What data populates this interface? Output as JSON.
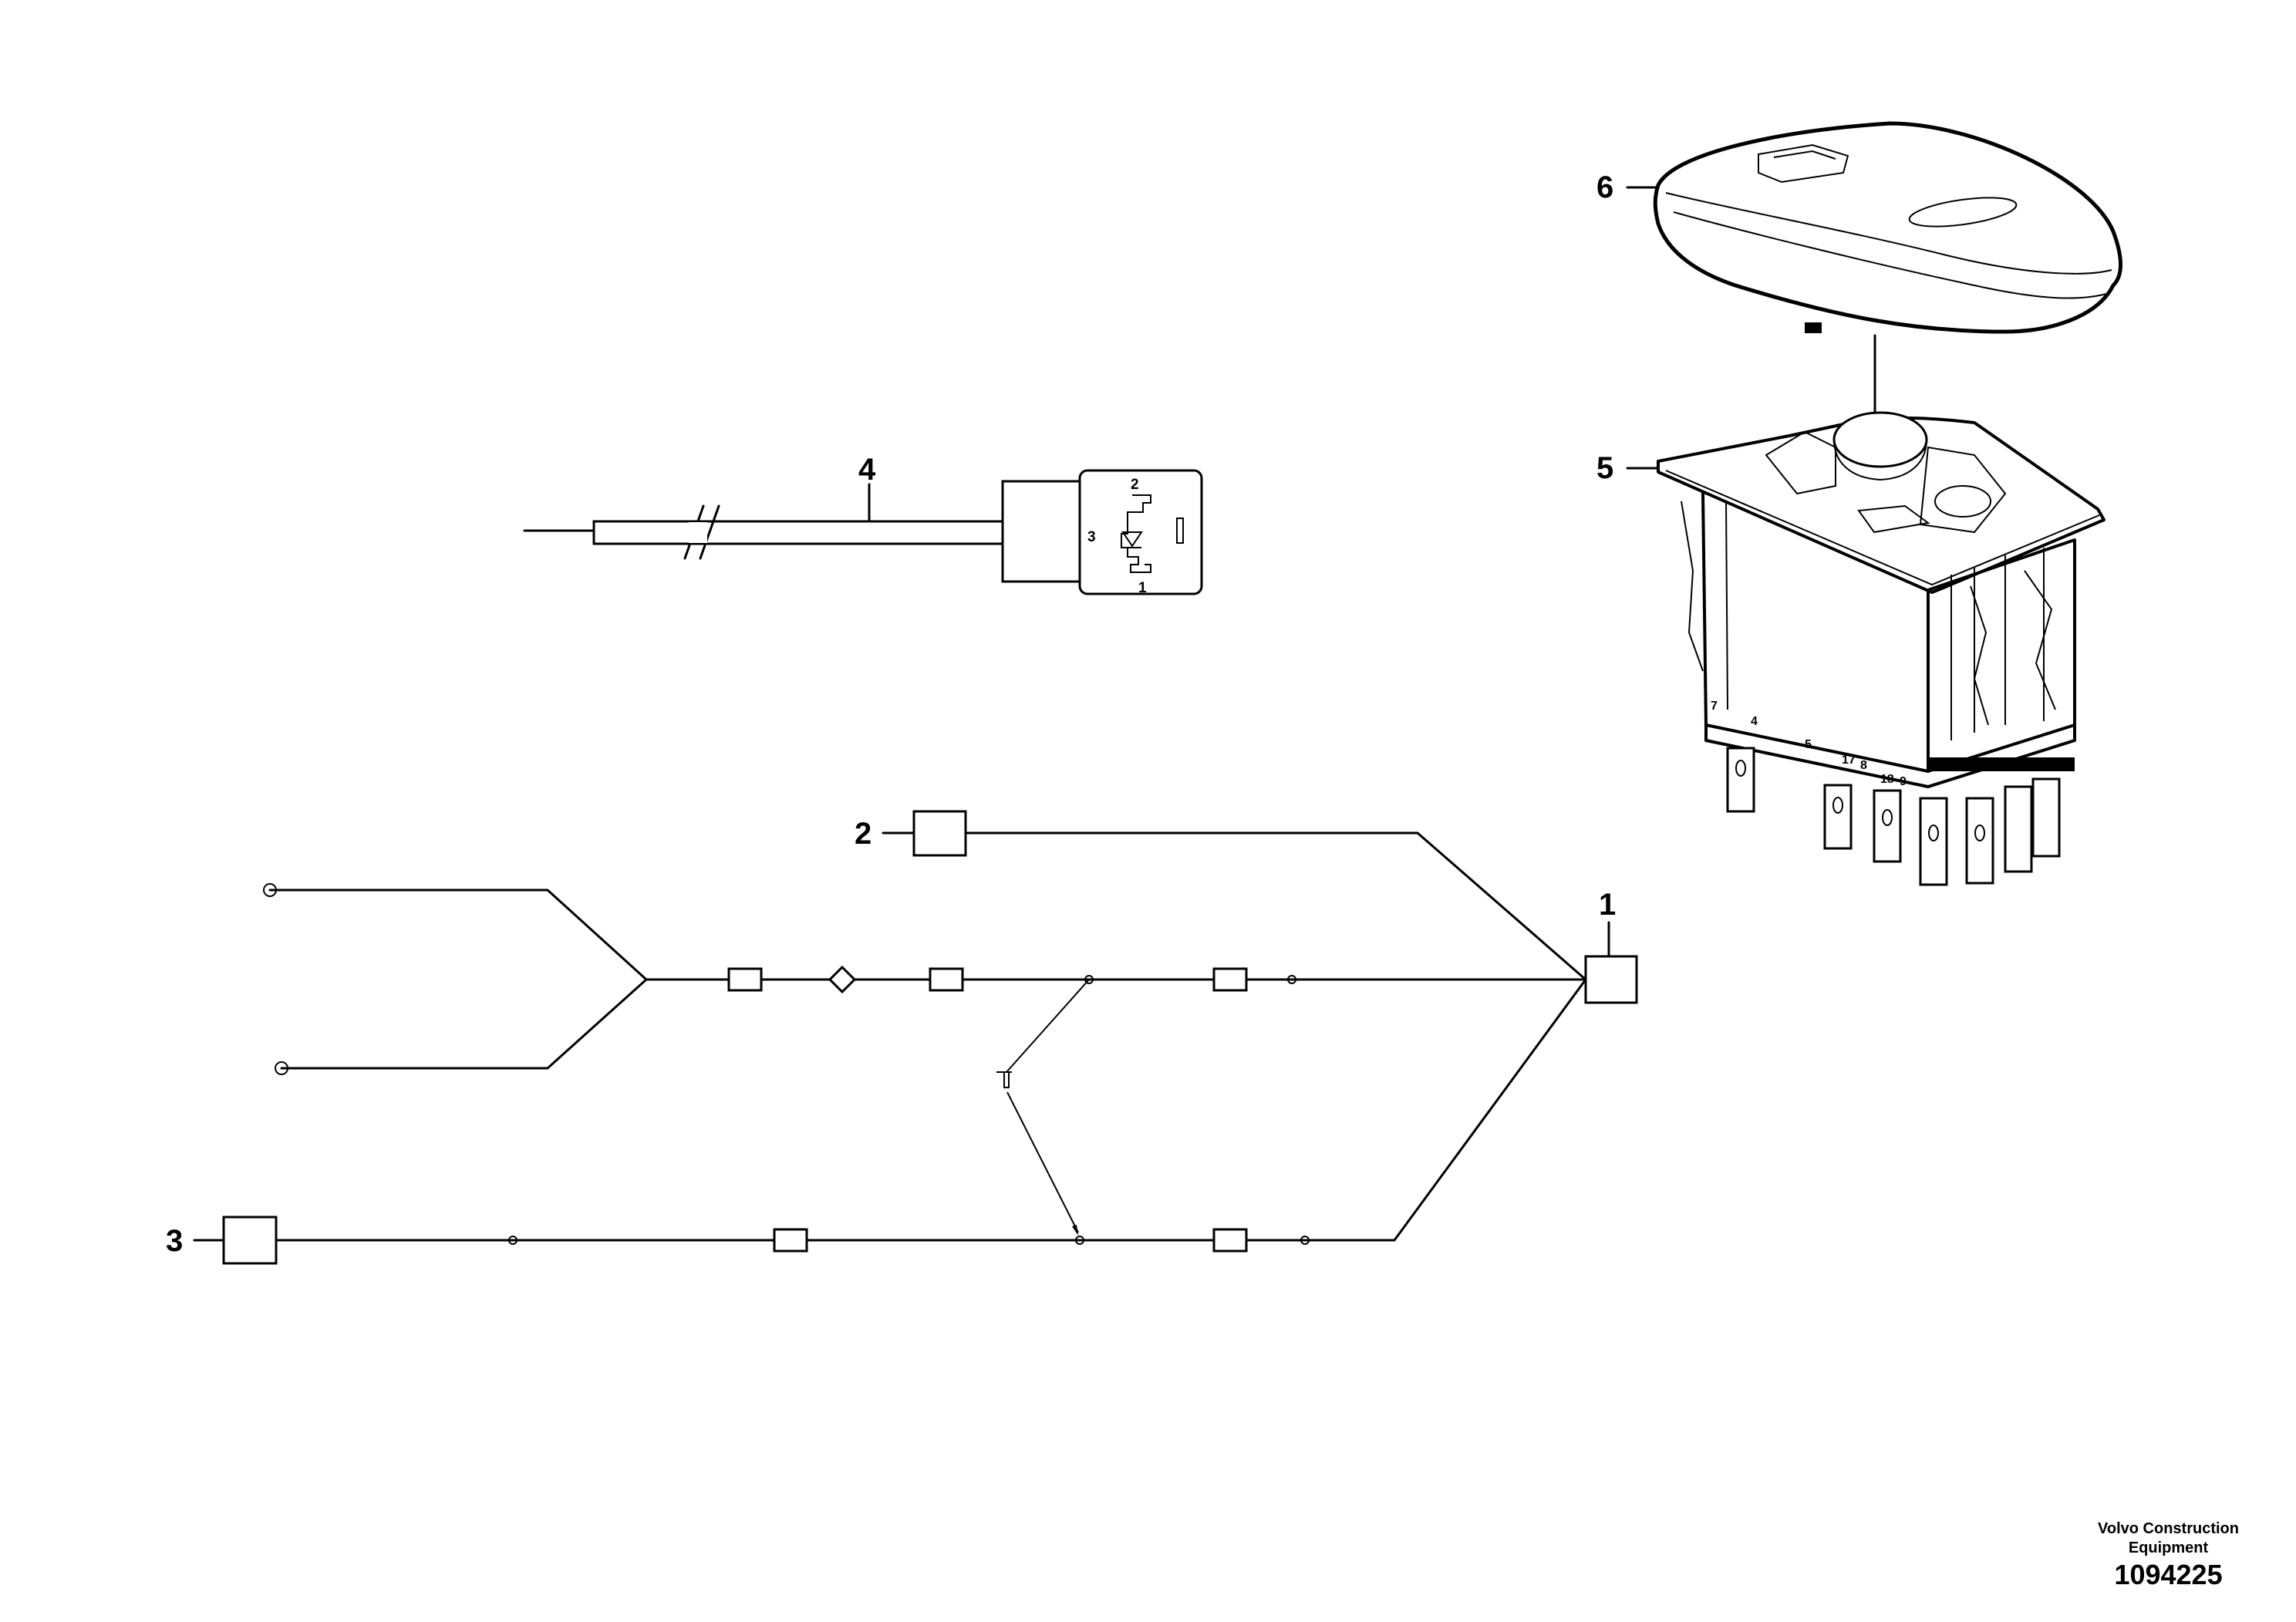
{
  "callouts": {
    "c1": "1",
    "c2": "2",
    "c3": "3",
    "c4": "4",
    "c5": "5",
    "c6": "6"
  },
  "connector_pins": {
    "p1": "1",
    "p2": "2",
    "p3": "3"
  },
  "terminal_numbers": {
    "t7": "7",
    "t4": "4",
    "t5": "5",
    "t8": "8",
    "t9": "9",
    "t17": "17",
    "t18": "18"
  },
  "footer": {
    "brand_line1": "Volvo Construction",
    "brand_line2": "Equipment",
    "drawing_number": "1094225"
  }
}
